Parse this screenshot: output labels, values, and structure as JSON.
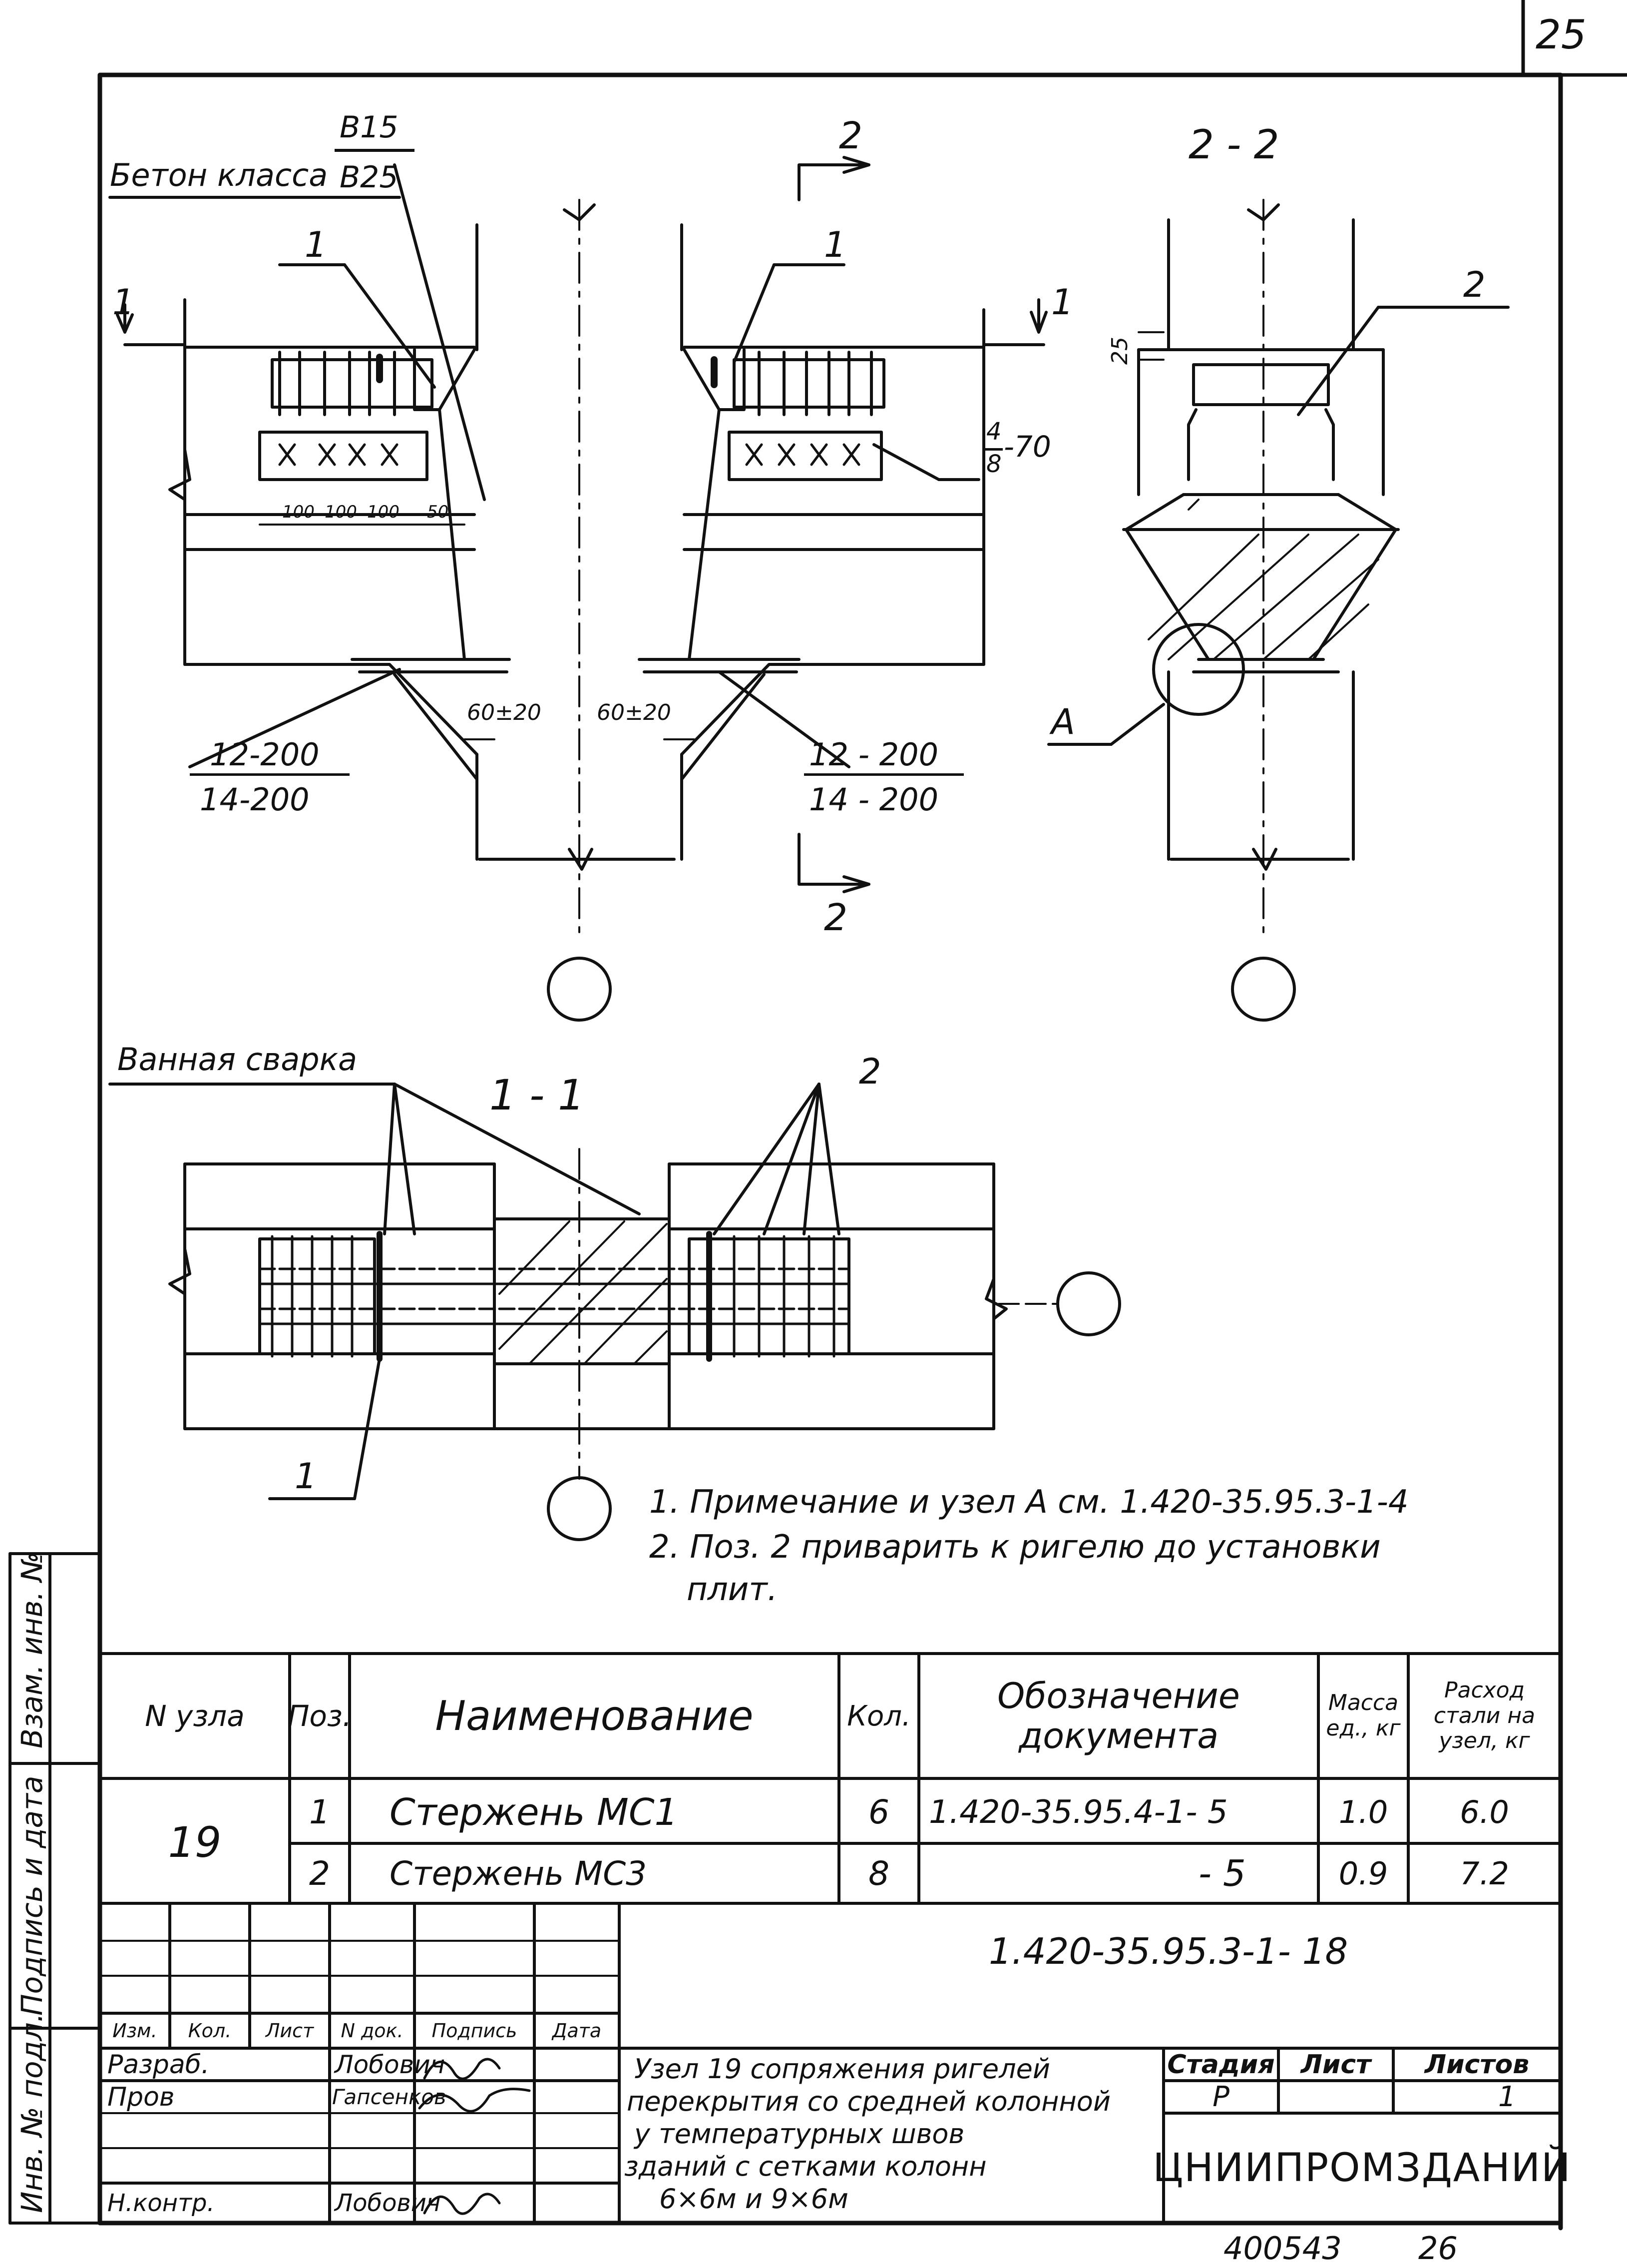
{
  "page": {
    "sheet_number": "25",
    "bottom_code": "400543",
    "bottom_page": "26"
  },
  "drawing": {
    "concrete_label": "Бетон класса",
    "concrete_class_top": "В15",
    "concrete_class_bottom": "В25",
    "section_2_top": "2",
    "section_2_bottom": "2",
    "section_1_mark": "1",
    "section_22_title": "2 - 2",
    "section_11_title": "1 - 1",
    "pos_1_a": "1",
    "pos_1_b": "1",
    "pos_1_c": "1",
    "pos_2_a": "2",
    "pos_2_b": "2",
    "weld_spec": "4/8-70",
    "weld_spec_num": "4",
    "weld_spec_den": "8",
    "weld_spec_len": "-70",
    "dim_25": "25",
    "dim_100_1": "100",
    "dim_100_2": "100",
    "dim_100_3": "100",
    "dim_50": "50",
    "gap_left": "60±20",
    "gap_right": "60±20",
    "rebar_left_1": "12-200",
    "rebar_left_2": "14-200",
    "rebar_right_1": "12 - 200",
    "rebar_right_2": "14 - 200",
    "node_a": "А",
    "bath_welding": "Ванная сварка"
  },
  "notes": [
    "1. Примечание и узел А см. 1.420-35.95.3-1-4",
    "2. Поз. 2 приварить к ригелю до установки",
    "плит."
  ],
  "spec_table": {
    "headers": {
      "node": "N узла",
      "pos": "Поз.",
      "name": "Наименование",
      "qty": "Кол.",
      "doc": "Обозначение документа",
      "mass": "Масса ед., кг",
      "consumption": "Расход стали на узел, кг"
    },
    "node_number": "19",
    "rows": [
      {
        "pos": "1",
        "name": "Стержень МС1",
        "qty": "6",
        "doc": "1.420-35.95.4-1- 5",
        "mass": "1.0",
        "consumption": "6.0"
      },
      {
        "pos": "2",
        "name": "Стержень МС3",
        "qty": "8",
        "doc": "- 5",
        "mass": "0.9",
        "consumption": "7.2"
      }
    ]
  },
  "side_stamp": {
    "inv_orig": "Инв. № подл.",
    "sign_date": "Подпись и дата",
    "replace_inv": "Взам. инв. №"
  },
  "title_block": {
    "doc_code": "1.420-35.95.3-1- 18",
    "header_cols": [
      "Изм.",
      "Кол.",
      "Лист",
      "N док.",
      "Подпись",
      "Дата"
    ],
    "people": [
      {
        "role": "Разраб.",
        "name": "Лобович"
      },
      {
        "role": "Пров",
        "name": "Гапсенков"
      },
      {
        "role": "Н.контр.",
        "name": "Лобович"
      }
    ],
    "title_lines": [
      "Узел 19 сопряжения ригелей",
      "перекрытия со средней колонной",
      "у температурных швов",
      "зданий с сетками колонн",
      "6×6м и 9×6м"
    ],
    "stage_label": "Стадия",
    "sheet_label": "Лист",
    "sheets_label": "Листов",
    "stage_value": "Р",
    "sheets_value": "1",
    "organization": "ЦНИИПРОМЗДАНИЙ"
  }
}
